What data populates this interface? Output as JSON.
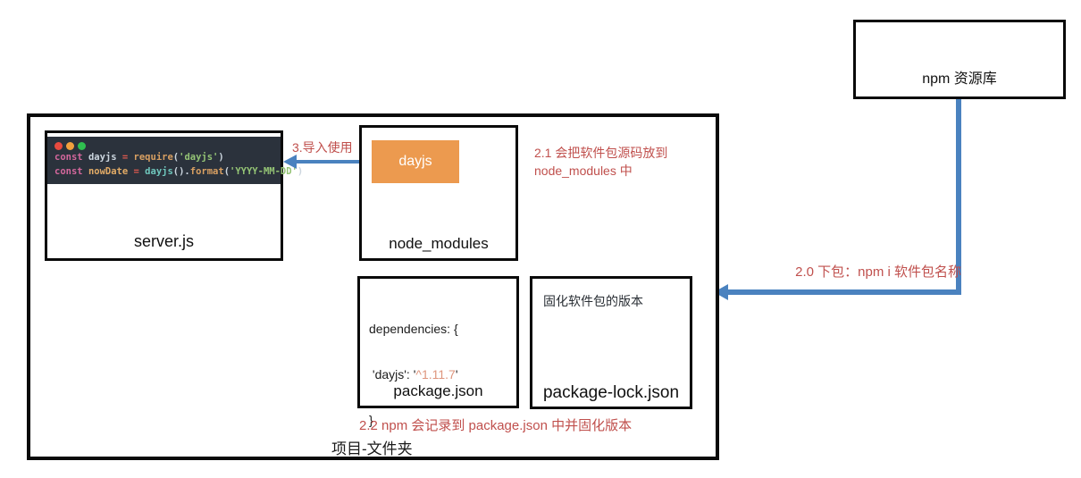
{
  "colors": {
    "arrow_blue": "#4a82bf",
    "annotation_red": "#c0504d",
    "package_orange": "#ec9a4f",
    "editor_background": "#2b323c",
    "version_salmon": "#de957d",
    "border_black": "#0a0a0a"
  },
  "npm_repo": {
    "label": "npm 资源库"
  },
  "project_folder": {
    "label": "项目-文件夹"
  },
  "editor": {
    "filename": "server.js",
    "line1": [
      {
        "t": "const ",
        "c": "kw"
      },
      {
        "t": "dayjs ",
        "c": "pale"
      },
      {
        "t": "= ",
        "c": "op"
      },
      {
        "t": "require",
        "c": "fn"
      },
      {
        "t": "(",
        "c": "pale"
      },
      {
        "t": "'dayjs'",
        "c": "str"
      },
      {
        "t": ")",
        "c": "pale"
      }
    ],
    "line2": [
      {
        "t": "const ",
        "c": "kw"
      },
      {
        "t": "nowDate ",
        "c": "var2"
      },
      {
        "t": "= ",
        "c": "op"
      },
      {
        "t": "dayjs",
        "c": "call"
      },
      {
        "t": "().",
        "c": "pale"
      },
      {
        "t": "format",
        "c": "fn"
      },
      {
        "t": "(",
        "c": "pale"
      },
      {
        "t": "'YYYY-MM-DD'",
        "c": "str"
      },
      {
        "t": ")",
        "c": "pale"
      }
    ]
  },
  "node_modules": {
    "label": "node_modules",
    "package_label": "dayjs"
  },
  "package_json": {
    "label": "package.json",
    "dep_line1": "dependencies: {",
    "dep_line2_prefix": " 'dayjs': '",
    "dep_version": "^1.11.7",
    "dep_line2_suffix": "'",
    "dep_line3": "}"
  },
  "package_lock": {
    "label": "package-lock.json",
    "note": "固化软件包的版本"
  },
  "annotations": {
    "import_label": "3.导入使用",
    "step21_line1": "2.1 会把软件包源码放到",
    "step21_line2": "node_modules 中",
    "step20_label": "2.0 下包：npm i 软件包名称",
    "step22_label": "2.2 npm 会记录到 package.json 中并固化版本"
  }
}
